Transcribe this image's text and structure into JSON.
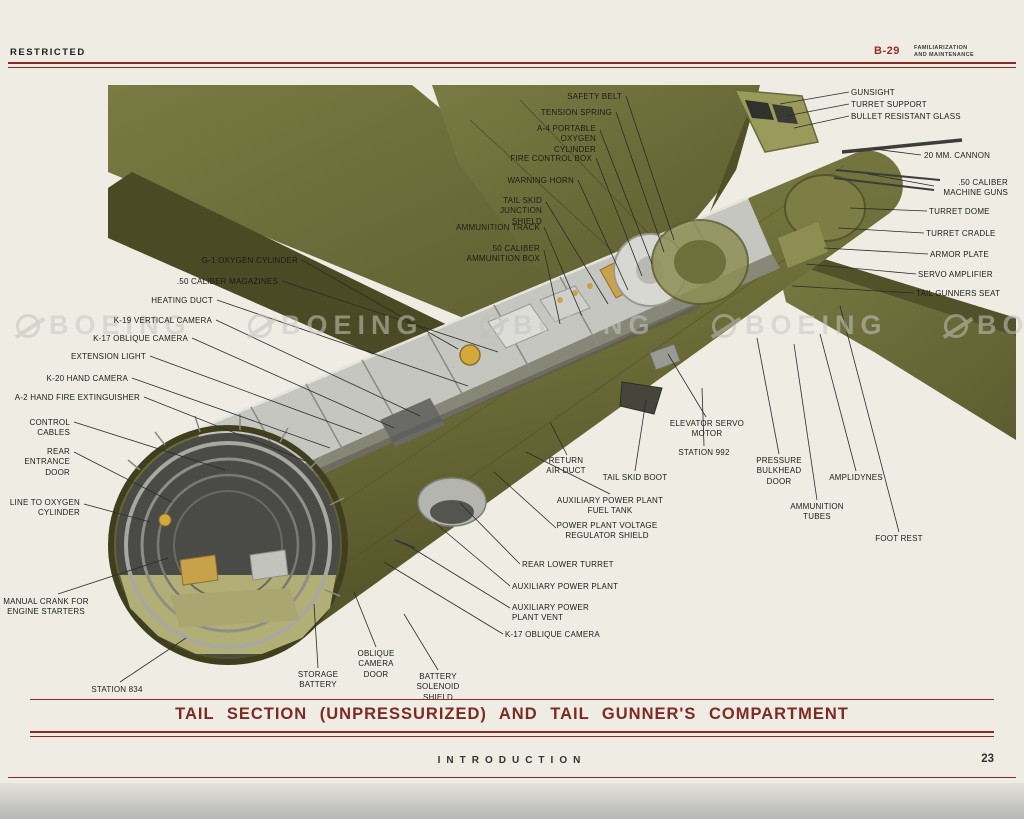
{
  "header": {
    "restricted": "RESTRICTED",
    "doc_code": "B-29",
    "subtitle_line1": "FAMILIARIZATION",
    "subtitle_line2": "AND MAINTENANCE"
  },
  "figure": {
    "title": "TAIL SECTION (UNPRESSURIZED) AND TAIL GUNNER'S COMPARTMENT",
    "watermark": "BOEING"
  },
  "footer": {
    "section": "INTRODUCTION",
    "page_number": "23"
  },
  "colors": {
    "accent_maroon": "#8a2b26",
    "olive": "#6f6f39",
    "olive_dark": "#4c4c25",
    "interior_gray": "#c6c6c1",
    "ammo_tan": "#c9a24a"
  },
  "callouts": {
    "left": [
      "G-1 OXYGEN CYLINDER",
      ".50 CALIBER MAGAZINES",
      "HEATING DUCT",
      "K-19 VERTICAL CAMERA",
      "K-17 OBLIQUE CAMERA",
      "EXTENSION LIGHT",
      "K-20 HAND CAMERA",
      "A-2 HAND FIRE EXTINGUISHER",
      "CONTROL CABLES",
      "REAR ENTRANCE DOOR",
      "LINE TO OXYGEN CYLINDER",
      "MANUAL CRANK FOR ENGINE STARTERS",
      "STATION 834"
    ],
    "top": [
      "SAFETY BELT",
      "TENSION SPRING",
      "A-4 PORTABLE OXYGEN CYLINDER",
      "FIRE CONTROL BOX",
      "WARNING HORN",
      "TAIL SKID JUNCTION SHIELD",
      "AMMUNITION TRACK",
      ".50 CALIBER AMMUNITION BOX"
    ],
    "right": [
      "GUNSIGHT",
      "TURRET SUPPORT",
      "BULLET RESISTANT GLASS",
      "20 MM. CANNON",
      ".50 CALIBER MACHINE GUNS",
      "TURRET DOME",
      "TURRET CRADLE",
      "ARMOR PLATE",
      "SERVO AMPLIFIER",
      "TAIL GUNNERS SEAT"
    ],
    "mid": [
      "ELEVATOR SERVO MOTOR",
      "STATION 992",
      "PRESSURE BULKHEAD DOOR",
      "AMPLIDYNES",
      "AMMUNITION TUBES",
      "FOOT REST"
    ],
    "bottom": [
      "RETURN AIR DUCT",
      "TAIL SKID BOOT",
      "AUXILIARY POWER PLANT FUEL TANK",
      "POWER PLANT VOLTAGE REGULATOR SHIELD",
      "REAR LOWER TURRET",
      "AUXILIARY POWER PLANT",
      "AUXILIARY POWER PLANT VENT",
      "K-17 OBLIQUE CAMERA",
      "OBLIQUE CAMERA DOOR",
      "STORAGE BATTERY",
      "BATTERY SOLENOID SHIELD"
    ]
  }
}
